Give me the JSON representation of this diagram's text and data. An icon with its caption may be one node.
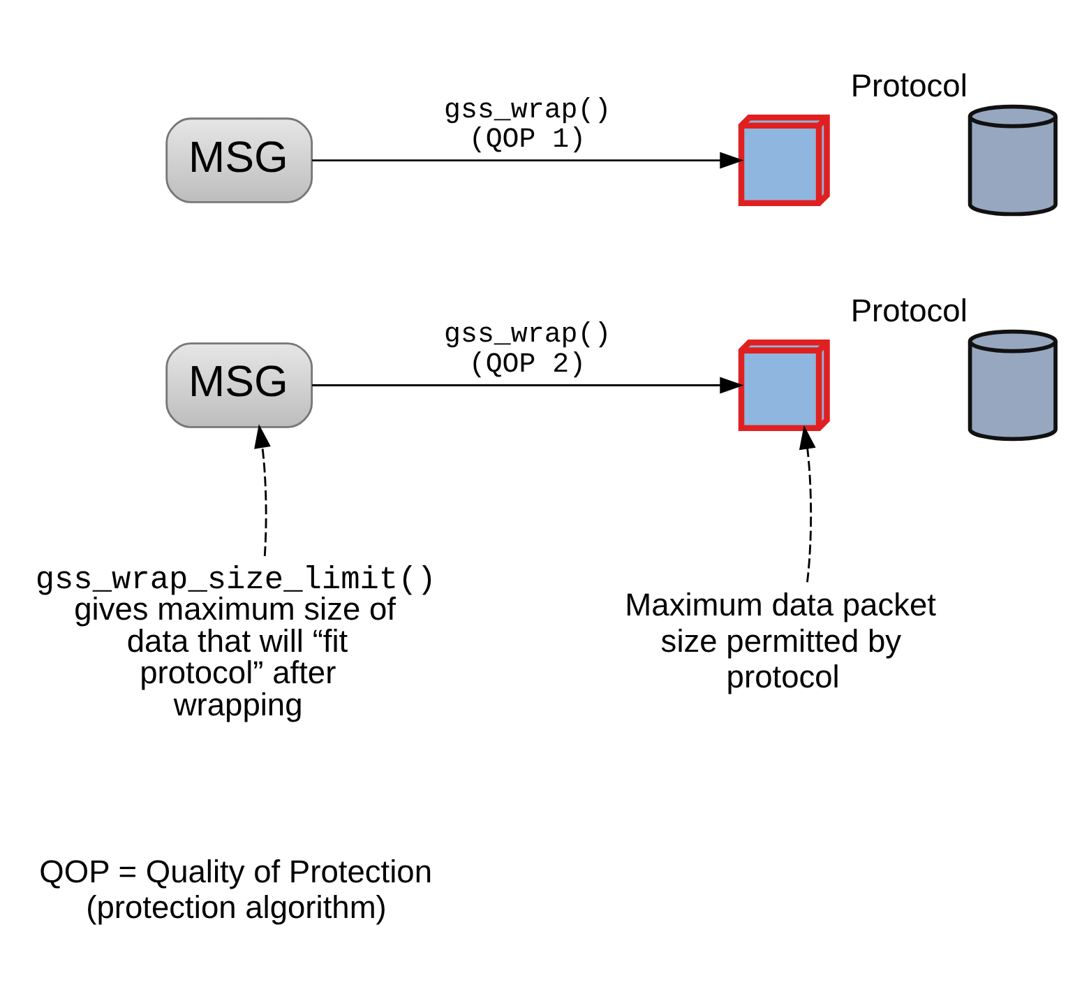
{
  "diagram": {
    "nodes": [
      {
        "text": [
          "MSG"
        ]
      },
      {
        "text": [],
        "shape": "picture"
      },
      {
        "text": [],
        "shape": "cylinder",
        "beside": [
          "Protocol"
        ]
      },
      {
        "text": [
          "MSG"
        ]
      },
      {
        "text": [],
        "shape": "picture"
      },
      {
        "text": [],
        "shape": "cylinder",
        "beside": [
          "Protocol"
        ]
      },
      {
        "text": [
          "gss_wrap_size_limit()",
          "gives maximum size of data that will “fit protocol” after wrapping"
        ]
      },
      {
        "text": [
          "Maximum data packet size permitted by protocol"
        ]
      }
    ],
    "edges": [
      {
        "from": 0,
        "to": 1,
        "arrow": "to",
        "label": "gss_wrap() (QOP 1)"
      },
      {
        "from": 3,
        "to": 4,
        "arrow": "to",
        "label": "gss_wrap() (QOP 2)"
      },
      {
        "from": 6,
        "to": 3,
        "arrow": "to",
        "style": "dashed"
      },
      {
        "from": 7,
        "to": 4,
        "arrow": "to",
        "style": "dashed"
      }
    ],
    "labels": [
      "QOP = Quality of Protection (protection algorithm)"
    ]
  }
}
